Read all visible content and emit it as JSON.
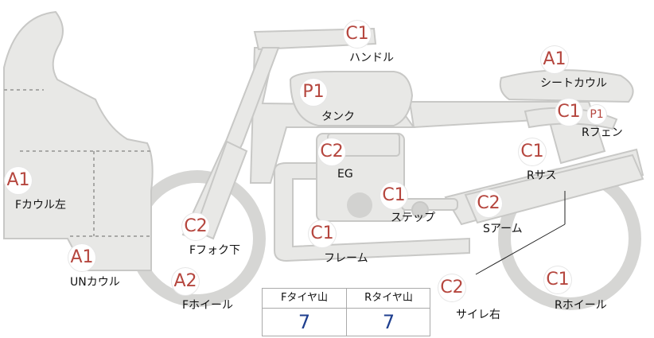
{
  "badges": {
    "handle": "C1",
    "tank": "P1",
    "seat": "A1",
    "rfender": "C1",
    "rfender_sub": "P1",
    "eg": "C2",
    "step": "C1",
    "rsus": "C1",
    "sarm": "C2",
    "fcowl": "A1",
    "ffork": "C2",
    "frame": "C1",
    "uncowl": "A1",
    "fwheel": "A2",
    "silencer": "C2",
    "rwheel": "C1"
  },
  "labels": {
    "handle": "ハンドル",
    "tank": "タンク",
    "seat": "シートカウル",
    "rfender": "Rフェン",
    "eg": "EG",
    "step": "ステップ",
    "rsus": "Rサス",
    "sarm": "Sアーム",
    "fcowl": "Fカウル左",
    "ffork": "Fフォク下",
    "frame": "フレーム",
    "uncowl": "UNカウル",
    "fwheel": "Fホイール",
    "silencer": "サイレ右",
    "rwheel": "Rホイール"
  },
  "tire_table": {
    "front_header": "Fタイヤ山",
    "rear_header": "Rタイヤ山",
    "front_value": "7",
    "rear_value": "7"
  }
}
